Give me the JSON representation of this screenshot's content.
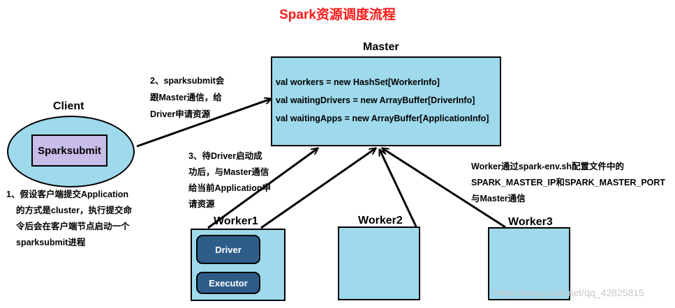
{
  "title": "Spark资源调度流程",
  "master": {
    "label": "Master",
    "lines": [
      "val workers = new HashSet[WorkerInfo]",
      "val waitingDrivers = new ArrayBuffer[DriverInfo]",
      "val waitingApps = new ArrayBuffer[ApplicationInfo]"
    ]
  },
  "client": {
    "label": "Client",
    "inner": "Sparksubmit"
  },
  "workers": [
    {
      "label": "Worker1",
      "components": [
        "Driver",
        "Executor"
      ]
    },
    {
      "label": "Worker2"
    },
    {
      "label": "Worker3"
    }
  ],
  "notes": {
    "step1": [
      "1、假设客户端提交Application",
      "的方式是cluster，执行提交命",
      "令后会在客户端节点启动一个",
      "sparksubmit进程"
    ],
    "step2": [
      "2、sparksubmit会",
      "跟Master通信，给",
      "Driver申请资源"
    ],
    "step3": [
      "3、待Driver启动成",
      "功后，与Master通信",
      "给当前Application申",
      "请资源"
    ],
    "worker_comm": [
      "Worker通过spark-env.sh配置文件中的",
      "SPARK_MASTER_IP和SPARK_MASTER_PORT",
      "与Master通信"
    ]
  },
  "watermark": "https://blog.csdn.net/qq_42825815"
}
